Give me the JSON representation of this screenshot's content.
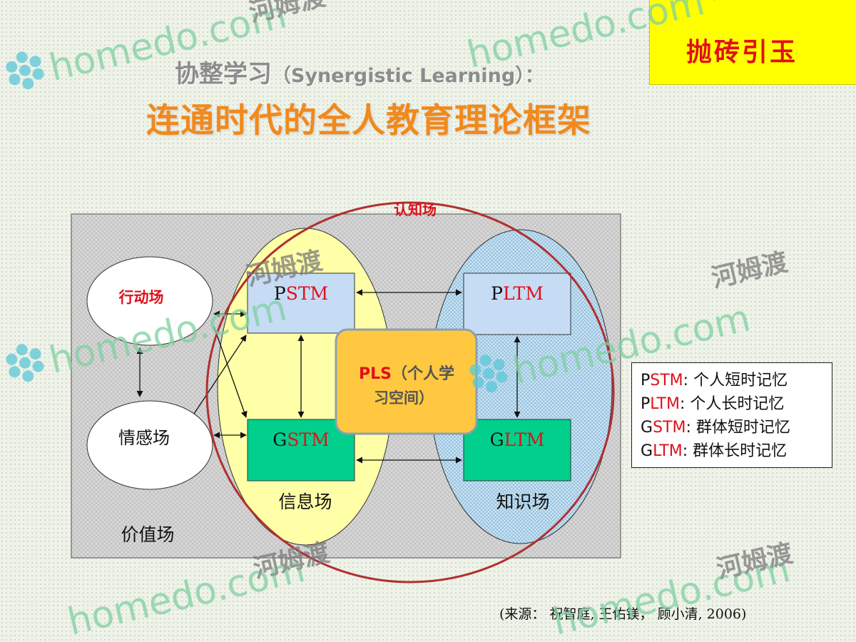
{
  "title": {
    "line1_main": "协整学习",
    "line1_paren": "（Synergistic Learning）：",
    "line2": "连通时代的全人教育理论框架"
  },
  "tag": "抛砖引玉",
  "diagram": {
    "outer_field": "价值场",
    "cognitive_field": "认知场",
    "info_field": "信息场",
    "knowledge_field": "知识场",
    "action_field": "行动场",
    "emotion_field": "情感场",
    "pstm": {
      "prefix": "P",
      "rest": "STM"
    },
    "pltm": {
      "prefix": "P",
      "rest": "LTM"
    },
    "gstm": {
      "prefix": "G",
      "rest": "STM"
    },
    "gltm": {
      "prefix": "G",
      "rest": "LTM"
    },
    "pls_abbr": "PLS",
    "pls_line1": "（个人学",
    "pls_line2": "习空间）"
  },
  "legend": [
    {
      "prefix": "P",
      "code": "STM",
      "desc": ": 个人短时记忆"
    },
    {
      "prefix": "P",
      "code": "LTM",
      "desc": ": 个人长时记忆"
    },
    {
      "prefix": "G",
      "code": "STM",
      "desc": ": 群体短时记忆"
    },
    {
      "prefix": "G",
      "code": "LTM",
      "desc": ": 群体长时记忆"
    }
  ],
  "source": "(来源： 祝智庭, 王佑镁， 顾小清, 2006)",
  "watermark": {
    "brand": "homedo.com",
    "cn": "河姆渡"
  },
  "colors": {
    "title_grey": "#8c8c8c",
    "title_orange": "#f08a1c",
    "accent_red": "#e0101a",
    "tag_yellow": "#ffff00",
    "info_yellow": "#ffffa8",
    "box_blue": "#c6dcf5",
    "box_green": "#00d08c",
    "pls_orange": "#ffc840",
    "circle_red": "#b03030"
  }
}
